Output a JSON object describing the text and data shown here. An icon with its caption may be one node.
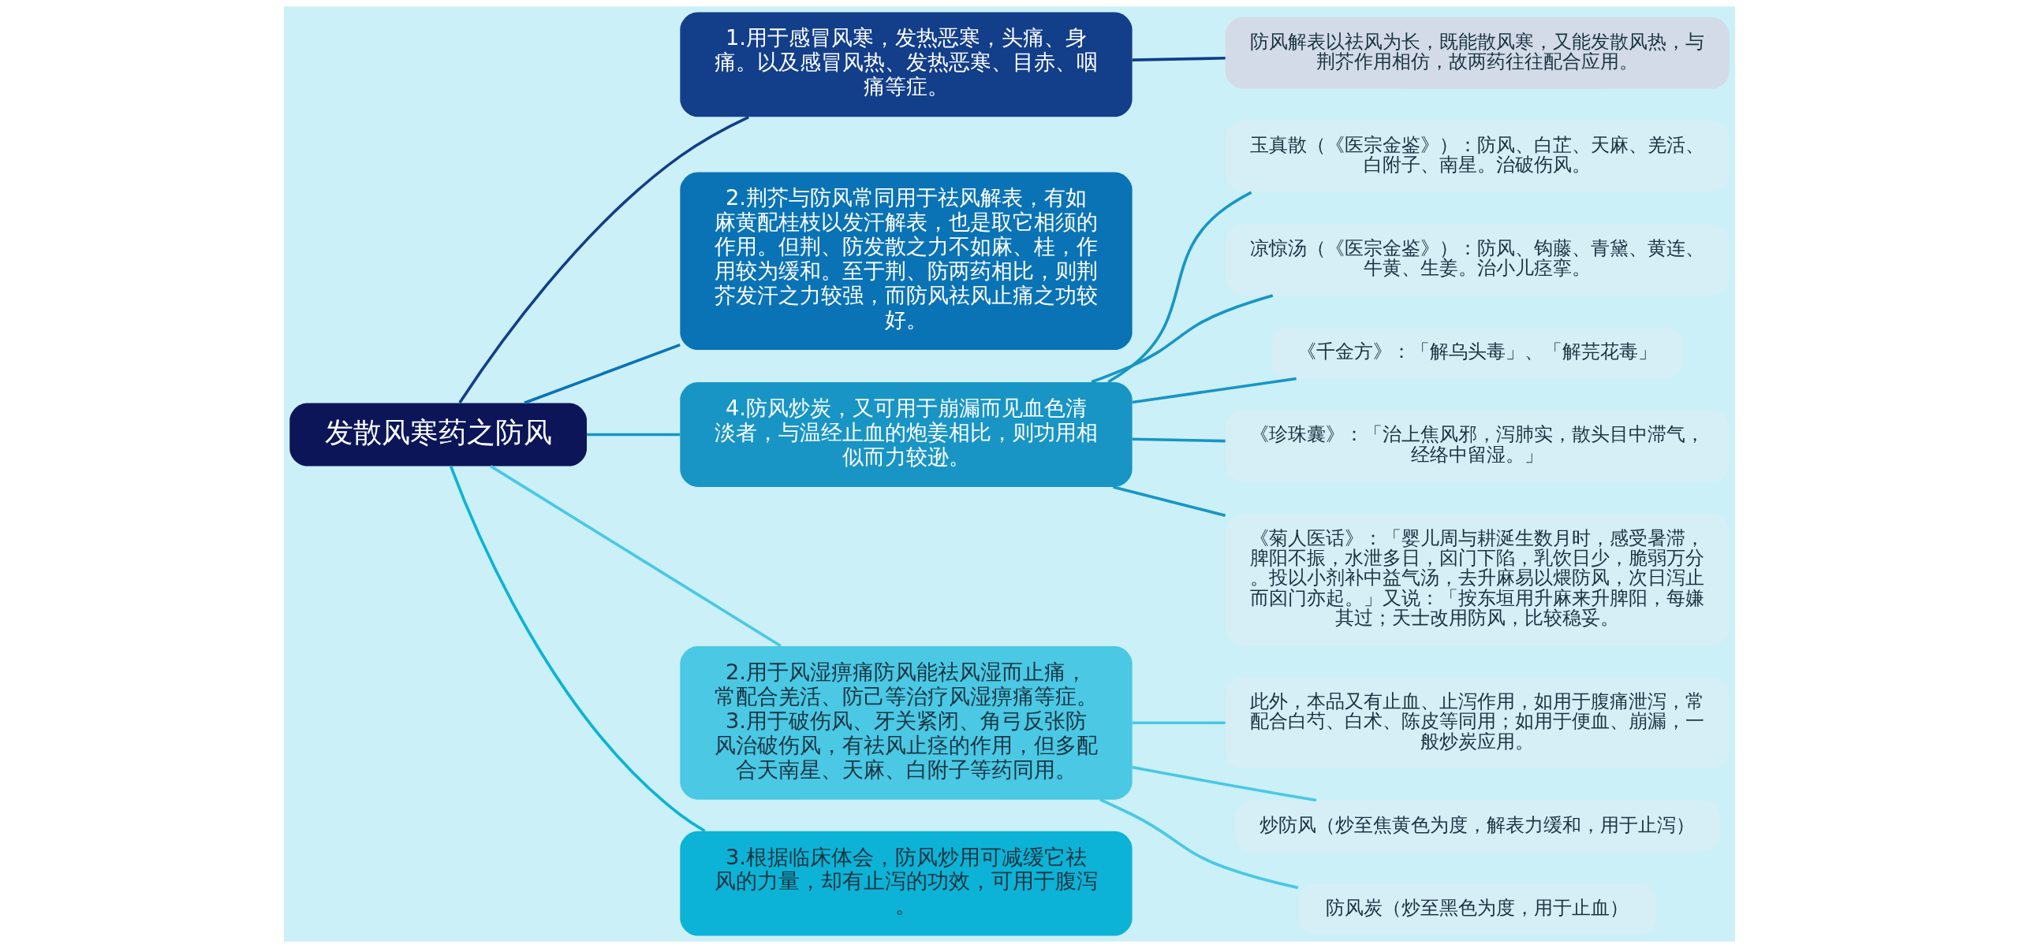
{
  "diagram": {
    "nodes": [
      {
        "text": [
          "发散风寒药之防风"
        ]
      },
      {
        "text": [
          "1.用于感冒风寒，发热恶寒，头痛、身痛。以及感冒风热、发热恶寒、目赤、咽痛等症。"
        ]
      },
      {
        "text": [
          "防风解表以祛风为长，既能散风寒，又能发散风热，与荆芥作用相仿，故两药往往配合应用。"
        ]
      },
      {
        "text": [
          "2.荆芥与防风常同用于祛风解表，有如麻黄配桂枝以发汗解表，也是取它相须的作用。但荆、防发散之力不如麻、桂，作用较为缓和。至于荆、防两药相比，则荆芥发汗之力较强，而防风祛风止痛之功较好。"
        ]
      },
      {
        "text": [
          "4.防风炒炭，又可用于崩漏而见血色清淡者，与温经止血的炮姜相比，则功用相似而力较逊。"
        ]
      },
      {
        "text": [
          "玉真散（《医宗金鉴》）：防风、白芷、天麻、羌活、白附子、南星。治破伤风。"
        ]
      },
      {
        "text": [
          "凉惊汤（《医宗金鉴》）：防风、钩藤、青黛、黄连、牛黄、生姜。治小儿痉挛。"
        ]
      },
      {
        "text": [
          "《千金方》：「解乌头毒」、「解芫花毒」"
        ]
      },
      {
        "text": [
          "《珍珠囊》：「治上焦风邪，泻肺实，散头目中滞气，经络中留湿。」"
        ]
      },
      {
        "text": [
          "《菊人医话》：「婴儿周与耕涎生数月时，感受暑滞，脾阳不振，水泄多日，囟门下陷，乳饮日少，脆弱万分。投以小剂补中益气汤，去升麻易以煨防风，次日泻止而囟门亦起。」又说：「按东垣用升麻来升脾阳，每嫌其过；天士改用防风，比较稳妥。"
        ]
      },
      {
        "text": [
          "2.用于风湿痹痛防风能祛风湿而止痛，常配合羌活、防己等治疗风湿痹痛等症。3.用于破伤风、牙关紧闭、角弓反张防风治破伤风，有祛风止痉的作用，但多配合天南星、天麻、白附子等药同用。"
        ]
      },
      {
        "text": [
          "此外，本品又有止血、止泻作用，如用于腹痛泄泻，常配合白芍、白术、陈皮等同用；如用于便血、崩漏，一般炒炭应用。"
        ]
      },
      {
        "text": [
          "炒防风（炒至焦黄色为度，解表力缓和，用于止泻）"
        ]
      },
      {
        "text": [
          "防风炭（炒至黑色为度，用于止血）"
        ]
      },
      {
        "text": [
          "3.根据临床体会，防风炒用可减缓它祛风的力量，却有止泻的功效，可用于腹泻。"
        ]
      }
    ],
    "edges": [
      {
        "from": 0,
        "to": 1,
        "arrow": "none",
        "color": "#123e8a"
      },
      {
        "from": 1,
        "to": 2,
        "arrow": "none",
        "color": "#123e8a"
      },
      {
        "from": 0,
        "to": 3,
        "arrow": "none",
        "color": "#0a73b5"
      },
      {
        "from": 0,
        "to": 4,
        "arrow": "none",
        "color": "#1895c5"
      },
      {
        "from": 4,
        "to": 5,
        "arrow": "none",
        "color": "#1895c5"
      },
      {
        "from": 4,
        "to": 6,
        "arrow": "none",
        "color": "#1895c5"
      },
      {
        "from": 4,
        "to": 7,
        "arrow": "none",
        "color": "#1895c5"
      },
      {
        "from": 4,
        "to": 8,
        "arrow": "none",
        "color": "#1895c5"
      },
      {
        "from": 4,
        "to": 9,
        "arrow": "none",
        "color": "#1895c5"
      },
      {
        "from": 0,
        "to": 10,
        "arrow": "none",
        "color": "#4ac8e4"
      },
      {
        "from": 10,
        "to": 11,
        "arrow": "none",
        "color": "#4ac8e4"
      },
      {
        "from": 10,
        "to": 12,
        "arrow": "none",
        "color": "#4ac8e4"
      },
      {
        "from": 10,
        "to": 13,
        "arrow": "none",
        "color": "#4ac8e4"
      },
      {
        "from": 0,
        "to": 14,
        "arrow": "none",
        "color": "#0cb3d6"
      }
    ]
  }
}
